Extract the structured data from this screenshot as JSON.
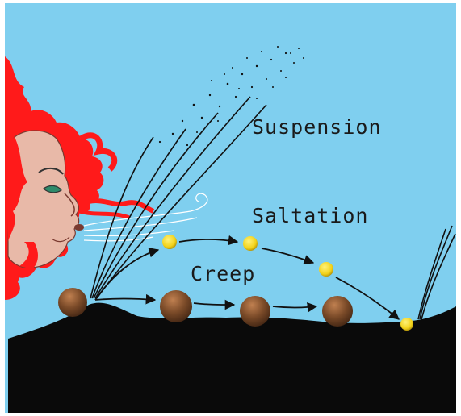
{
  "labels": {
    "suspension": "Suspension",
    "saltation": "Saltation",
    "creep": "Creep"
  },
  "colors": {
    "sky": "#7fcfef",
    "ground": "#0a0a0a",
    "hair": "#ff1a1a",
    "skin": "#e8b9a8",
    "creep_particle": "#7a4a28",
    "saltation_particle": "#f2d21a",
    "arrow": "#111111"
  },
  "icons": {
    "face": "blowing-face-icon"
  }
}
